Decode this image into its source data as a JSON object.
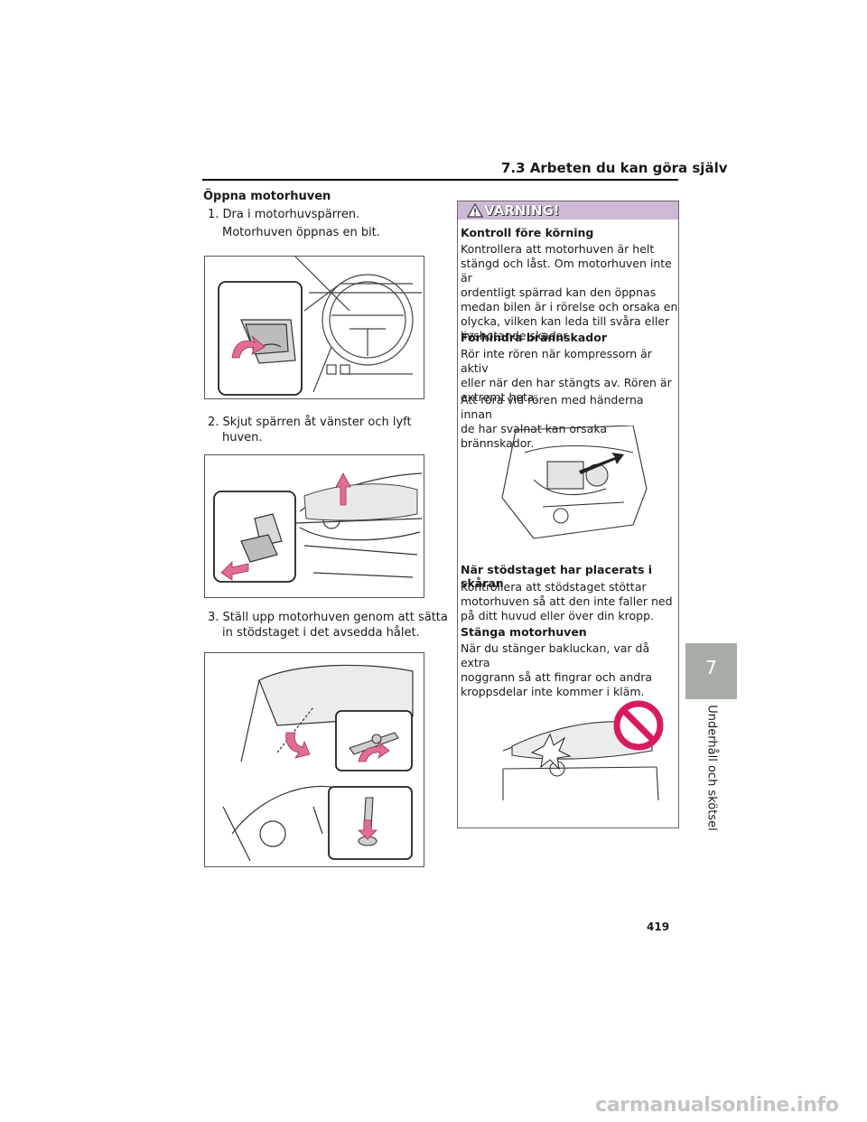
{
  "header": {
    "section_title": "7.3  Arbeten du kan göra själv"
  },
  "left": {
    "heading": "Öppna motorhuven",
    "step1": {
      "num": "1.",
      "text": "Dra i motorhuvspärren."
    },
    "step1_note": "Motorhuven öppnas en bit.",
    "step2": {
      "num": "2.",
      "line1": "Skjut spärren åt vänster och lyft",
      "line2": "huven."
    },
    "step3": {
      "num": "3.",
      "line1": "Ställ upp motorhuven genom att sätta",
      "line2": "in stödstaget i det avsedda hålet."
    }
  },
  "warning": {
    "title": "VARNING!",
    "h1": "Kontroll före körning",
    "p1": [
      "Kontrollera att motorhuven är helt",
      "stängd och låst. Om motorhuven inte är",
      "ordentligt spärrad kan den öppnas",
      "medan bilen är i rörelse och orsaka en",
      "olycka, vilken kan leda till svåra eller",
      "livshotande skador."
    ],
    "h2": "Förhindra brännskador",
    "p2": [
      "Rör inte rören när kompressorn är aktiv",
      "eller när den har stängts av. Rören är",
      "extremt heta."
    ],
    "p3": [
      "Att röra vid rören med händerna innan",
      "de har svalnat kan orsaka brännskador."
    ],
    "h3": "När stödstaget har placerats i skåran",
    "p4": [
      "Kontrollera att stödstaget stöttar",
      "motorhuven så att den inte faller ned",
      "på ditt huvud eller över din kropp."
    ],
    "h4": "Stänga motorhuven",
    "p5": [
      "När du stänger bakluckan, var då extra",
      "noggrann så att fingrar och andra",
      "kroppsdelar inte kommer i kläm."
    ]
  },
  "side_tab": {
    "number": "7",
    "label": "Underhåll och skötsel"
  },
  "page_number": "419",
  "watermark": "carmanualsonline.info",
  "colors": {
    "warning_banner": "#cdb9d6",
    "arrow_pink": "#e26d92",
    "prohibition_red": "#d81b60",
    "tab_gray": "#a8aca6"
  }
}
